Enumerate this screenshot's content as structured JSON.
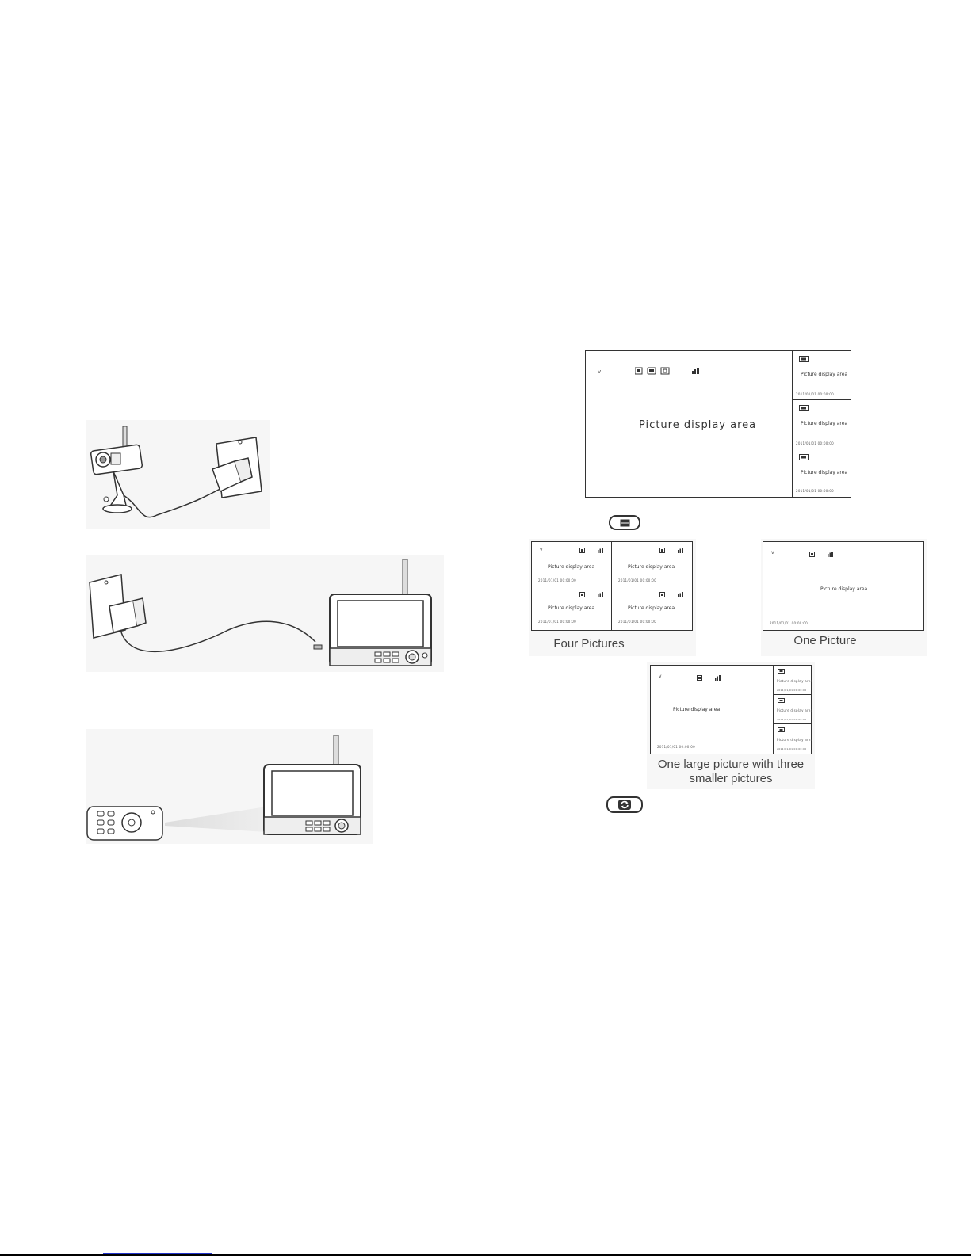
{
  "main_screen": {
    "main_label": "Picture display area",
    "side_label": "Picture display area",
    "side_timestamp": "2011/01/01 00:00:00",
    "chevron": "v"
  },
  "layout_button": {
    "icon": "split-screen-icon"
  },
  "four_pictures": {
    "cell_label": "Picture display area",
    "cell_timestamp": "2011/01/01 00:00:00",
    "caption": "Four Pictures"
  },
  "one_picture": {
    "label": "Picture display area",
    "timestamp": "2011/01/01 00:00:00",
    "caption": "One Picture"
  },
  "one_large_three_small": {
    "main_label": "Picture display area",
    "side_label": "Picture display area",
    "timestamp": "2011/01/01 00:00:00",
    "caption_line1": "One large picture with three",
    "caption_line2": "smaller pictures"
  },
  "cycle_button": {
    "icon": "cycle-icon"
  },
  "illustrations": {
    "camera_power": "camera-power-adapter-illustration",
    "monitor_power": "monitor-power-adapter-illustration",
    "remote_control": "remote-control-illustration"
  }
}
